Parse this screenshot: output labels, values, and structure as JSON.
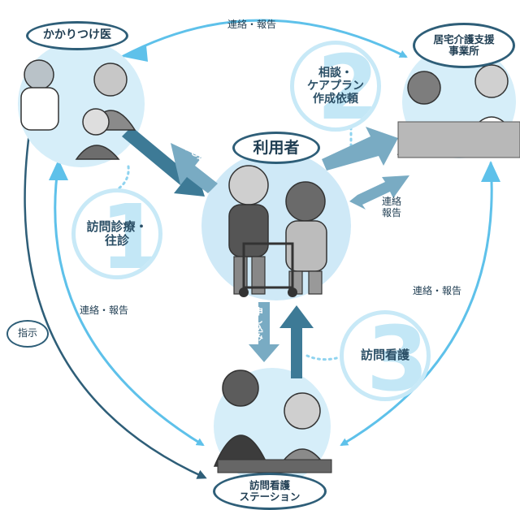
{
  "nodes": {
    "doctor": "かかりつけ医",
    "care_office": "居宅介護支援\n事業所",
    "user": "利用者",
    "station": "訪問看護\nステーション"
  },
  "services": {
    "one": {
      "number": "1",
      "label": "訪問診療・\n往診"
    },
    "two": {
      "number": "2",
      "label": "相談・\nケアプラン\n作成依頼"
    },
    "three": {
      "number": "3",
      "label": "訪問看護"
    }
  },
  "links": {
    "top": "連絡・報告",
    "left": "連絡・報告",
    "right": "連絡・報告",
    "center_right": "連絡\n報告",
    "instruction": "指示",
    "apply_top": "申し込み",
    "apply_bottom": "申し込み"
  },
  "colors": {
    "cycle_arrow": "#5ec1ea",
    "main_arrow": "#3d7a96",
    "dark_line": "#2e5e78",
    "bubble_ring": "#c8e9f7",
    "number": "#c3e7f6"
  }
}
